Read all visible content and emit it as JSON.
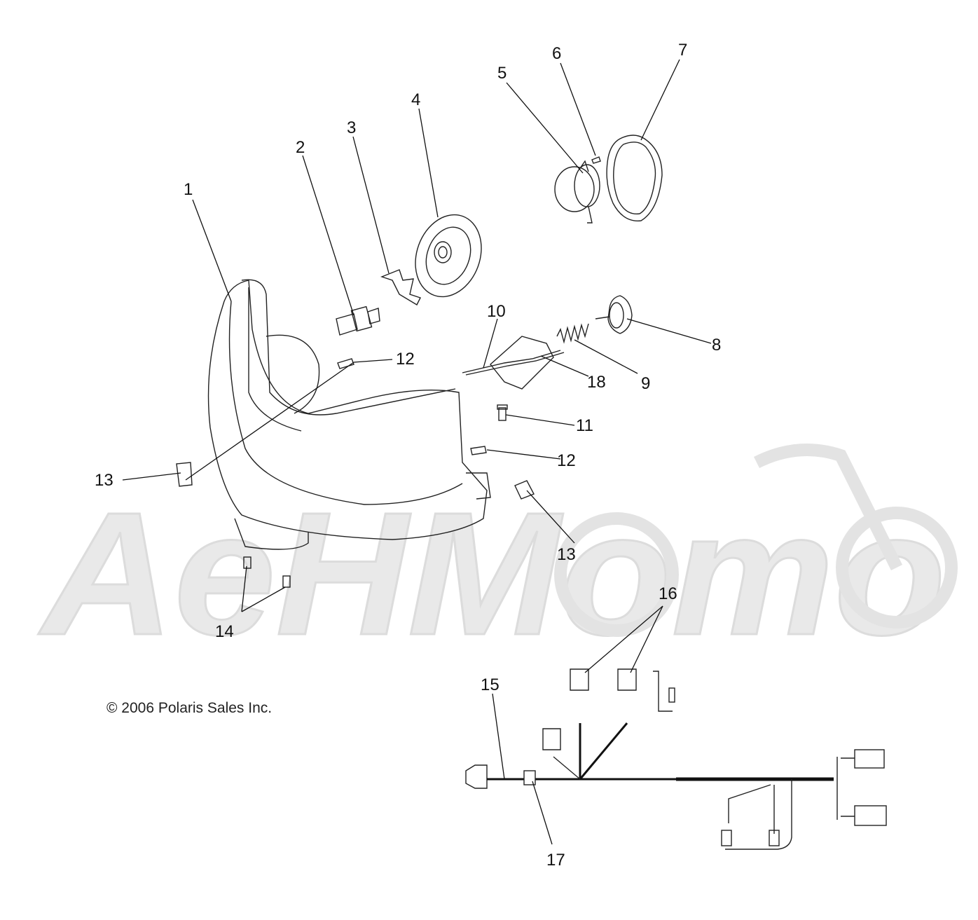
{
  "copyright": "© 2006 Polaris Sales Inc.",
  "watermark": "AeHMomo",
  "callouts": {
    "c1": "1",
    "c2": "2",
    "c3": "3",
    "c4": "4",
    "c5": "5",
    "c6": "6",
    "c7": "7",
    "c8": "8",
    "c9": "9",
    "c10": "10",
    "c11": "11",
    "c12a": "12",
    "c12b": "12",
    "c13a": "13",
    "c13b": "13",
    "c14": "14",
    "c15": "15",
    "c16": "16",
    "c17": "17",
    "c18": "18"
  }
}
